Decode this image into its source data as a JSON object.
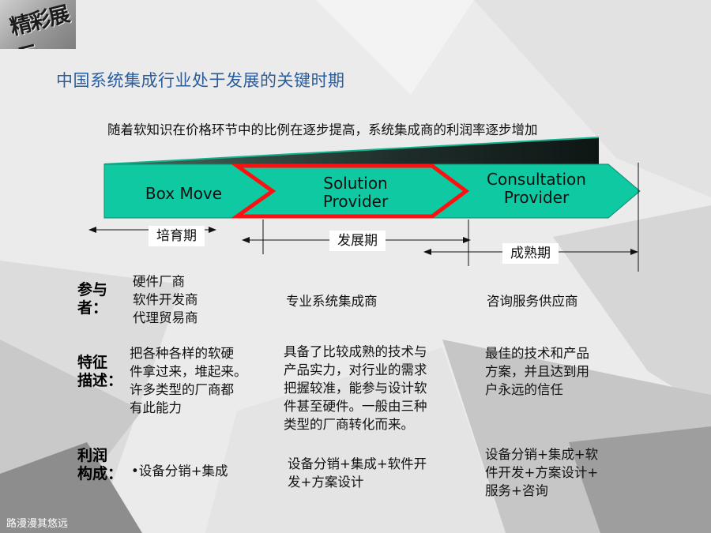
{
  "logo": {
    "text": "精彩展示"
  },
  "title": "中国系统集成行业处于发展的关键时期",
  "trend_note": "随着软知识在价格环节中的比例在逐步提高，系统集成商的利润率逐步增加",
  "phases": [
    {
      "label_lines": [
        "Box Move"
      ]
    },
    {
      "label_lines": [
        "Solution",
        "Provider"
      ]
    },
    {
      "label_lines": [
        "Consultation",
        "Provider"
      ]
    }
  ],
  "periods": [
    "培育期",
    "发展期",
    "成熟期"
  ],
  "rows": {
    "participants": {
      "head": [
        "参与",
        "者："
      ],
      "cells": [
        [
          "硬件厂商",
          "软件开发商",
          "代理贸易商"
        ],
        [
          "专业系统集成商"
        ],
        [
          "咨询服务供应商"
        ]
      ]
    },
    "features": {
      "head": [
        "特征",
        "描述："
      ],
      "cells": [
        [
          "把各种各样的软硬",
          "件拿过来，堆起来。",
          "许多类型的厂商都",
          "有此能力"
        ],
        [
          "具备了比较成熟的技术与",
          "产品实力，对行业的需求",
          "把握较准，能参与设计软",
          "件甚至硬件。一般由三种",
          "类型的厂商转化而来。"
        ],
        [
          "最佳的技术和产品",
          "方案，并且达到用",
          "户永远的信任"
        ]
      ]
    },
    "profit": {
      "head": [
        "利润",
        "构成："
      ],
      "cells": [
        [
          "•设备分销+集成"
        ],
        [
          "设备分销+集成+软件开",
          "发+方案设计"
        ],
        [
          "设备分销+集成+软",
          "件开发+方案设计+",
          "服务+咨询"
        ]
      ]
    }
  },
  "footer": "路漫漫其悠远",
  "colors": {
    "arrow_fill": "#0fc9a2",
    "outline_red": "#ff1010",
    "title_blue": "#2a5d9d",
    "wedge_dark": "#1c1c1c"
  }
}
